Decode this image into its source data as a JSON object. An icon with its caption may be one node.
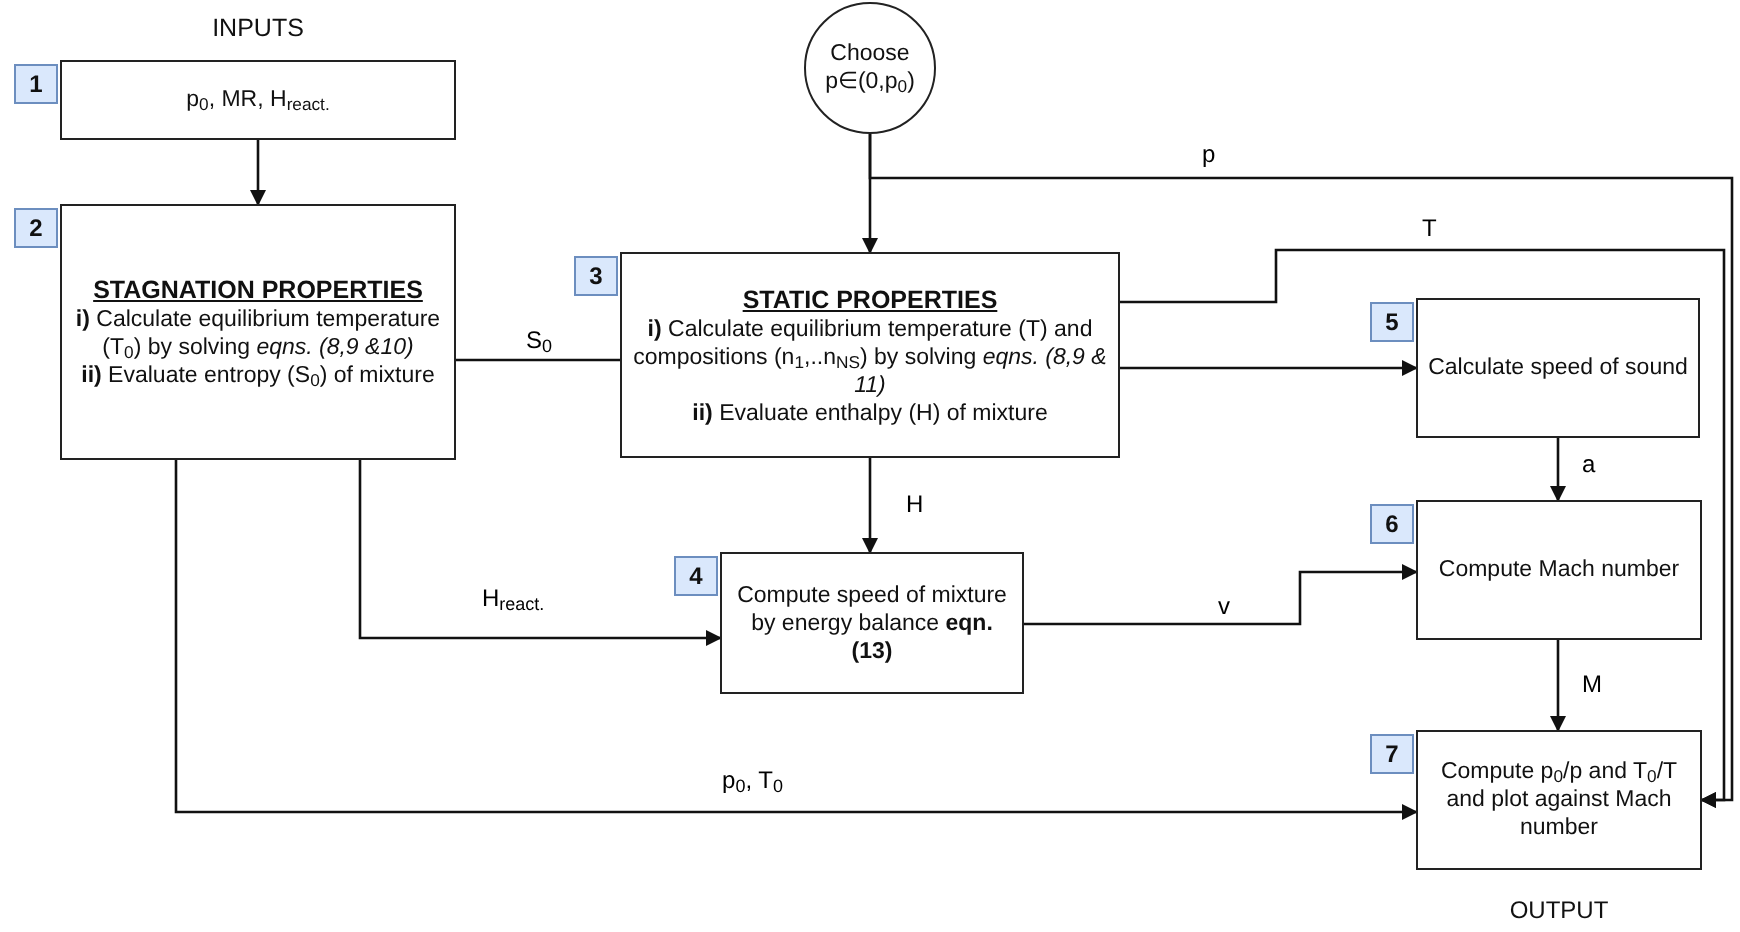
{
  "diagram": {
    "nodes": [
      {
        "text": [
          "INPUTS",
          "p$_{0}$, MR, H$_{react.}$"
        ],
        "beside": [
          "1"
        ]
      },
      {
        "text": [
          "STAGNATION PROPERTIES",
          "**i)** Calculate equilibrium temperature (T$_{0}$) by solving *eqns. (8,9 &10)*",
          "**ii)** Evaluate entropy (S$_{0}$) of mixture"
        ],
        "beside": [
          "2"
        ]
      },
      {
        "text": [
          "Choose p∈(0,p$_{0}$)"
        ]
      },
      {
        "text": [
          "STATIC PROPERTIES",
          "**i)** Calculate equilibrium temperature (T) and compositions (n$_{1}$,..n$_{NS}$) by solving *eqns. (8,9 & 11)*",
          "**ii)** Evaluate enthalpy (H) of mixture"
        ],
        "beside": [
          "3"
        ]
      },
      {
        "text": [
          "Calculate speed of sound"
        ],
        "beside": [
          "5"
        ]
      },
      {
        "text": [
          "Compute speed of mixture by energy balance **eqn. (13)**"
        ],
        "beside": [
          "4"
        ]
      },
      {
        "text": [
          "Compute Mach number"
        ],
        "beside": [
          "6"
        ]
      },
      {
        "text": [
          "Compute p$_{0}$/p and T$_{0}$/T and plot against Mach number",
          "OUTPUT"
        ],
        "beside": [
          "7"
        ]
      }
    ],
    "edges": [
      {
        "from": 0,
        "to": 1,
        "arrow": "to"
      },
      {
        "from": 1,
        "to": 3,
        "arrow": "none",
        "label": "S$_{0}$"
      },
      {
        "from": 2,
        "to": 3,
        "arrow": "to"
      },
      {
        "from": 2,
        "to": 7,
        "arrow": "to",
        "label": "p"
      },
      {
        "from": 3,
        "to": 7,
        "arrow": "to",
        "label": "T"
      },
      {
        "from": 3,
        "to": 4,
        "arrow": "to"
      },
      {
        "from": 3,
        "to": 5,
        "arrow": "to",
        "label": "H"
      },
      {
        "from": 1,
        "to": 5,
        "arrow": "to",
        "label": "H$_{react.}$"
      },
      {
        "from": 1,
        "to": 7,
        "arrow": "to",
        "label": "p$_{0}$, T$_{0}$"
      },
      {
        "from": 5,
        "to": 6,
        "arrow": "to",
        "label": "v"
      },
      {
        "from": 4,
        "to": 6,
        "arrow": "to",
        "label": "a"
      },
      {
        "from": 6,
        "to": 7,
        "arrow": "to",
        "label": "M"
      }
    ]
  }
}
